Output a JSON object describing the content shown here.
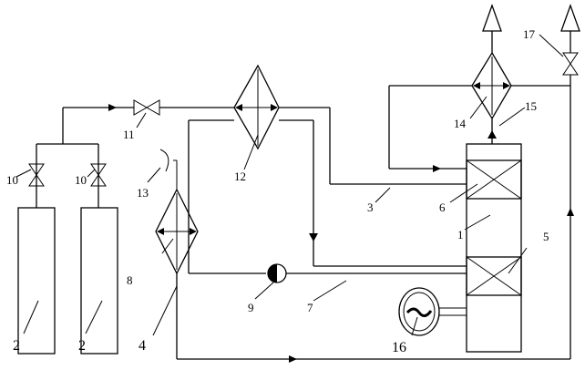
{
  "labels": {
    "l1": "1",
    "l2a": "2",
    "l2b": "2",
    "l3": "3",
    "l4": "4",
    "l5": "5",
    "l6": "6",
    "l7": "7",
    "l8": "8",
    "l9": "9",
    "l10a": "10",
    "l10b": "10",
    "l11": "11",
    "l12": "12",
    "l13": "13",
    "l14": "14",
    "l15": "15",
    "l16": "16",
    "l17": "17"
  }
}
